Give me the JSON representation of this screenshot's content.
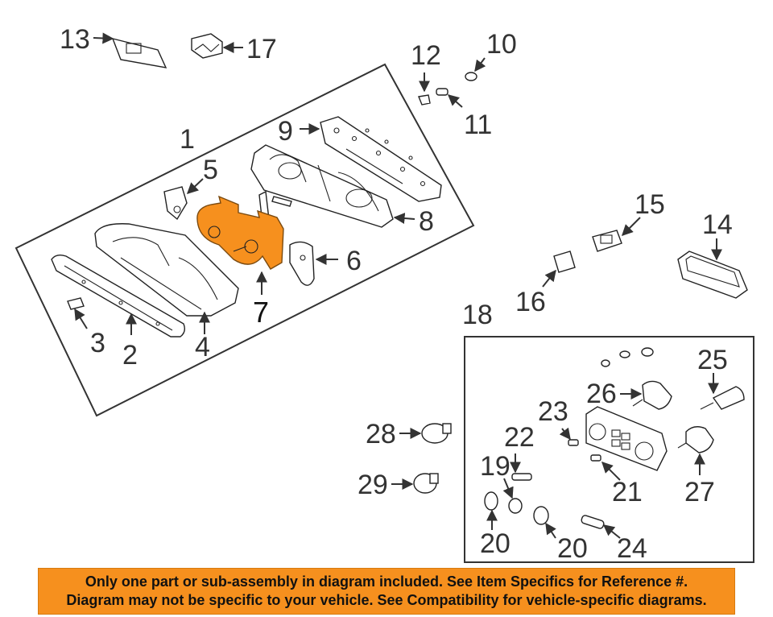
{
  "callouts": {
    "c1": "1",
    "c2": "2",
    "c3": "3",
    "c4": "4",
    "c5": "5",
    "c6": "6",
    "c7": "7",
    "c8": "8",
    "c9": "9",
    "c10": "10",
    "c11": "11",
    "c12": "12",
    "c13": "13",
    "c14": "14",
    "c15": "15",
    "c16": "16",
    "c17": "17",
    "c18": "18",
    "c19": "19",
    "c20a": "20",
    "c20b": "20",
    "c21": "21",
    "c22": "22",
    "c23": "23",
    "c24": "24",
    "c25": "25",
    "c26": "26",
    "c27": "27",
    "c28": "28",
    "c29": "29"
  },
  "highlight_color": "#f6901e",
  "banner": {
    "line1": "Only one part or sub-assembly in diagram included. See Item Specifics for Reference #.",
    "line2": "Diagram may not be specific to your vehicle. See Compatibility for vehicle-specific diagrams."
  }
}
